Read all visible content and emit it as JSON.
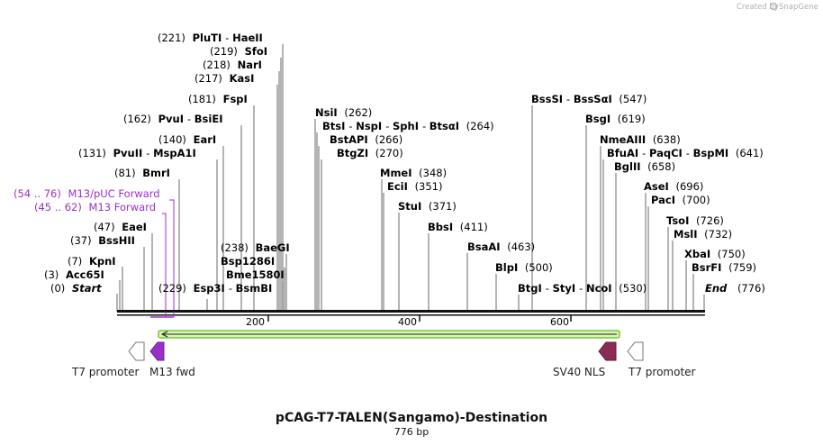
{
  "credit": "Created by",
  "brand": "SnapGene",
  "title": "pCAG-T7-TALEN(Sangamo)-Destination",
  "length_label": "776 bp",
  "ticks": [
    "200",
    "400",
    "600"
  ],
  "sites": [
    {
      "pos": "(221)",
      "name": "PluTI",
      "name2": "HaeII"
    },
    {
      "pos": "(219)",
      "name": "SfoI"
    },
    {
      "pos": "(218)",
      "name": "NarI"
    },
    {
      "pos": "(217)",
      "name": "KasI"
    },
    {
      "pos": "(181)",
      "name": "FspI"
    },
    {
      "pos": "(162)",
      "name": "PvuI",
      "name2": "BsiEI"
    },
    {
      "pos": "(140)",
      "name": "EarI"
    },
    {
      "pos": "(131)",
      "name": "PvuII",
      "name2": "MspA1I"
    },
    {
      "pos": "(81)",
      "name": "BmrI"
    },
    {
      "pos": "(47)",
      "name": "EaeI"
    },
    {
      "pos": "(37)",
      "name": "BssHII"
    },
    {
      "pos": "(7)",
      "name": "KpnI"
    },
    {
      "pos": "(3)",
      "name": "Acc65I"
    },
    {
      "pos": "(0)",
      "name": "Start"
    },
    {
      "pos": "(229)",
      "name": "Esp3I",
      "name2": "BsmBI"
    },
    {
      "pos": "(238)",
      "name": "BaeGI"
    },
    {
      "name": "Bsp1286I"
    },
    {
      "name": "Bme1580I"
    },
    {
      "name": "NsiI",
      "pos": "(262)"
    },
    {
      "name": "BtsI",
      "name2": "NspI",
      "name3": "SphI",
      "name4": "BtsαI",
      "pos": "(264)"
    },
    {
      "name": "BstAPI",
      "pos": "(266)"
    },
    {
      "name": "BtgZI",
      "pos": "(270)"
    },
    {
      "name": "MmeI",
      "pos": "(348)"
    },
    {
      "name": "EciI",
      "pos": "(351)"
    },
    {
      "name": "StuI",
      "pos": "(371)"
    },
    {
      "name": "BbsI",
      "pos": "(411)"
    },
    {
      "name": "BsaAI",
      "pos": "(463)"
    },
    {
      "name": "BlpI",
      "pos": "(500)"
    },
    {
      "name": "BtgI",
      "name2": "StyI",
      "name3": "NcoI",
      "pos": "(530)"
    },
    {
      "name": "BssSI",
      "name2": "BssSαI",
      "pos": "(547)"
    },
    {
      "name": "BsgI",
      "pos": "(619)"
    },
    {
      "name": "NmeAIII",
      "pos": "(638)"
    },
    {
      "name": "BfuAI",
      "name2": "PaqCI",
      "name3": "BspMI",
      "pos": "(641)"
    },
    {
      "name": "BglII",
      "pos": "(658)"
    },
    {
      "name": "AseI",
      "pos": "(696)"
    },
    {
      "name": "PacI",
      "pos": "(700)"
    },
    {
      "name": "TsoI",
      "pos": "(726)"
    },
    {
      "name": "MslI",
      "pos": "(732)"
    },
    {
      "name": "XbaI",
      "pos": "(750)"
    },
    {
      "name": "BsrFI",
      "pos": "(759)"
    },
    {
      "name": "End",
      "pos": "(776)"
    }
  ],
  "primers": [
    {
      "range": "(54 .. 76)",
      "name": "M13/pUC Forward"
    },
    {
      "range": "(45 .. 62)",
      "name": "M13 Forward"
    }
  ],
  "features": [
    {
      "name": "T7 promoter",
      "color": "#ffffff"
    },
    {
      "name": "M13 fwd",
      "color": "#9b2fc9"
    },
    {
      "name": "SV40 NLS",
      "color": "#8b2a55"
    },
    {
      "name": "T7 promoter",
      "color": "#ffffff"
    }
  ],
  "colors": {
    "primer": "#9b2fc9",
    "orf_fill": "#d9f5b5",
    "orf_stroke": "#7cc242",
    "sv40": "#8b2a55"
  }
}
